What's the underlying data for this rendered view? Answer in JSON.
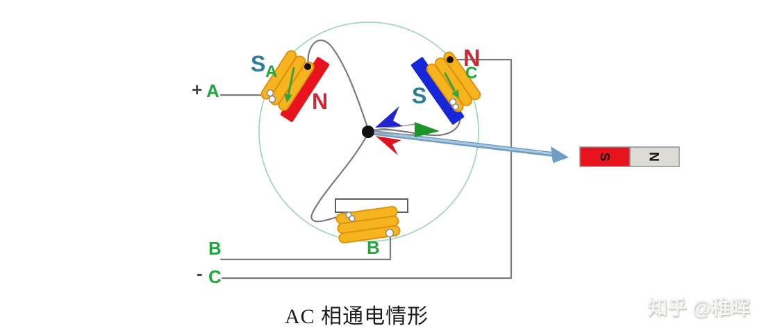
{
  "colors": {
    "red_magnet": "#e8131d",
    "blue_magnet": "#1527d8",
    "coil_yellow": "#f6b51f",
    "coil_outline": "#e0920e",
    "green": "#1fa83c",
    "teal": "#2a7d95",
    "label_red": "#c92a35",
    "sign_gray": "#474747",
    "wire_gray": "#7a7a7a",
    "steel_arrow": "#6f9cc5",
    "steel_arrow_light": "#aac8dd",
    "circle_stroke": "#a5d6bb",
    "arrow_blue": "#2424cf",
    "arrow_red": "#e01020",
    "arrow_green": "#1d9427",
    "magnet_gray": "#dedbd6"
  },
  "stator": {
    "phase_a": {
      "sign": "+",
      "terminal": "A",
      "pole_outer": "S",
      "coil": "A",
      "pole_inner": "N"
    },
    "phase_b": {
      "terminal": "B",
      "coil": "B"
    },
    "phase_c": {
      "sign": "-",
      "terminal": "C",
      "pole_outer": "N",
      "coil": "C",
      "pole_inner": "S"
    }
  },
  "bar_magnet": {
    "south": "S",
    "north": "N"
  },
  "caption": "AC 相通电情形",
  "watermark": "知乎 @稚晖"
}
